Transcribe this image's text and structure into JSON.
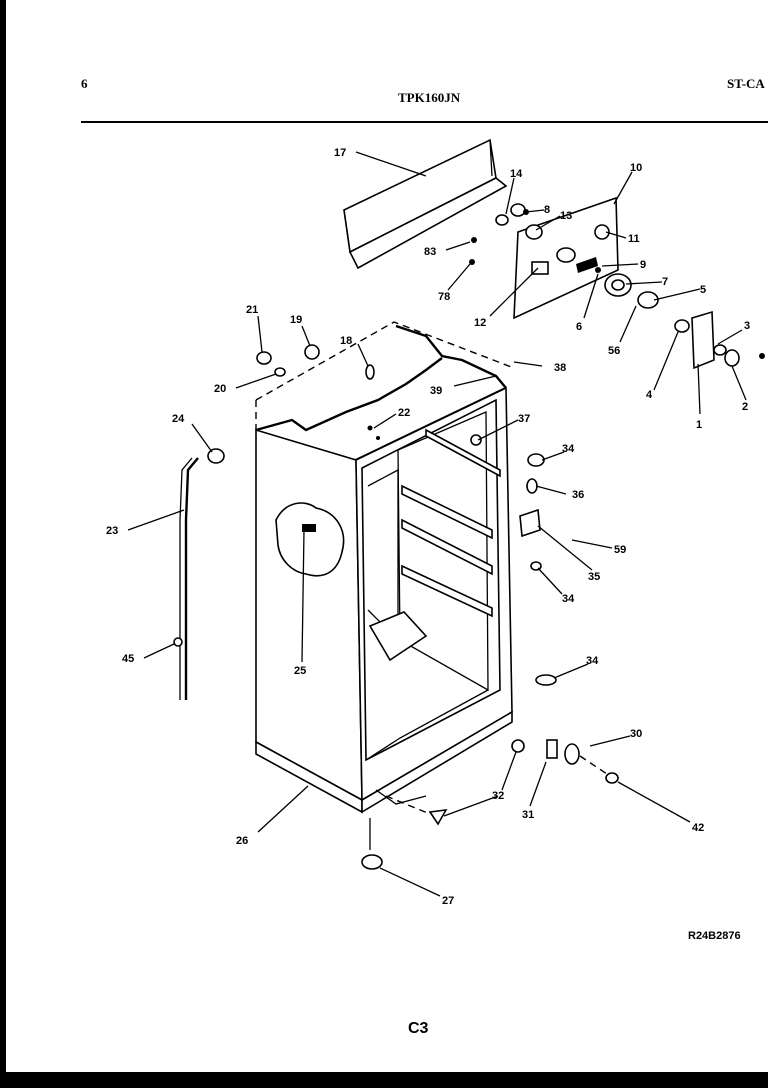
{
  "header": {
    "page_number": "6",
    "model": "TPK160JN",
    "section": "ST-CA"
  },
  "diagram": {
    "callouts": [
      "17",
      "14",
      "8",
      "13",
      "10",
      "11",
      "83",
      "9",
      "78",
      "7",
      "12",
      "6",
      "5",
      "56",
      "3",
      "4",
      "2",
      "1",
      "21",
      "19",
      "18",
      "38",
      "20",
      "39",
      "22",
      "37",
      "24",
      "34",
      "36",
      "23",
      "59",
      "35",
      "34",
      "25",
      "45",
      "34",
      "30",
      "32",
      "31",
      "42",
      "26",
      "27"
    ]
  },
  "footer": {
    "drawing_number": "R24B2876",
    "page_code": "C3"
  }
}
